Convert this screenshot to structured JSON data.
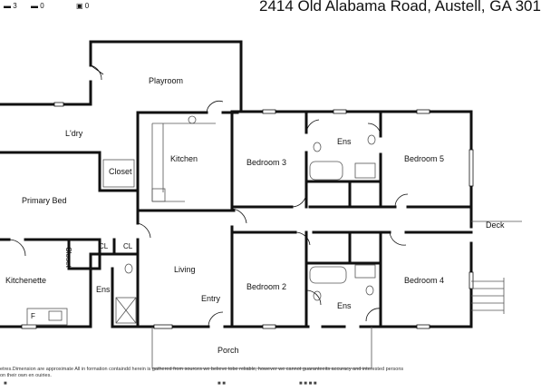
{
  "header": {
    "address": "2414 Old Alabama Road, Austell, GA 301",
    "beds_count": "3",
    "cars_count": "0"
  },
  "rooms": {
    "playroom": "Playroom",
    "laundry": "L'dry",
    "kitchen": "Kitchen",
    "closet_upper": "Closet",
    "primary_bed": "Primary Bed",
    "closet_vertical": "Closet",
    "cl_left": "CL",
    "cl_right": "CL",
    "kitchenette": "Kitchenette",
    "fridge": "F",
    "ens_left": "Ens",
    "living": "Living",
    "entry": "Entry",
    "bedroom3": "Bedroom 3",
    "ens_top": "Ens",
    "bedroom5": "Bedroom 5",
    "bedroom2": "Bedroom 2",
    "ens_bottom": "Ens",
    "bedroom4": "Bedroom 4",
    "deck": "Deck",
    "porch": "Porch"
  },
  "footer": {
    "disclaimer_line1": "etres.Dimension are approximate All in formation containdd herein is gathered from sources we believe tobe reliable, however we cannot guaranteeits accuracy and interested persons",
    "disclaimer_line2": "on their own en ouiries."
  },
  "colors": {
    "wall": "#111111",
    "window": "#ffffff",
    "fixture": "#555555"
  }
}
